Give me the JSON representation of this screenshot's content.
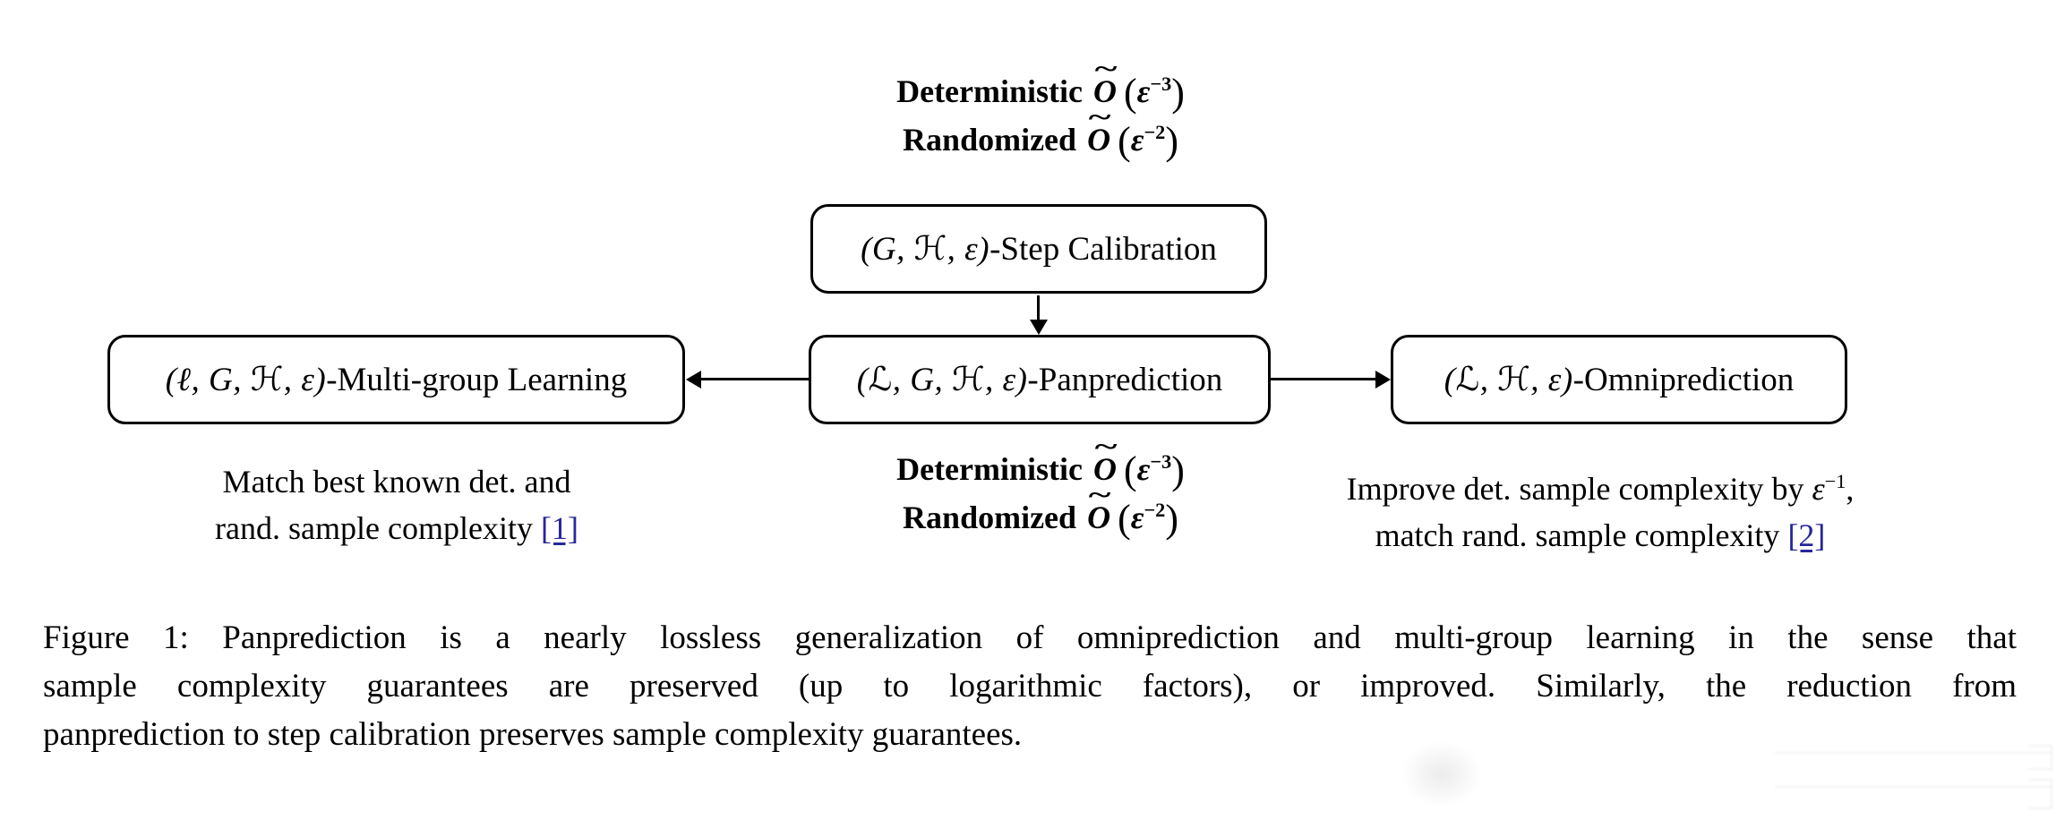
{
  "figure": {
    "math_glyphs": {
      "tilde": "~",
      "lparen": "(",
      "rparen": ")"
    },
    "costs": {
      "deterministic": {
        "label": "Deterministic",
        "o": "O",
        "eps": "ε",
        "exp": "−3"
      },
      "randomized": {
        "label": "Randomized",
        "o": "O",
        "eps": "ε",
        "exp": "−2"
      }
    },
    "boxes": {
      "step_calibration": {
        "params": "(G, ℋ, ε)",
        "name": "-Step Calibration"
      },
      "panprediction": {
        "params": "(ℒ, G, ℋ, ε)",
        "name": "-Panprediction"
      },
      "multigroup_learning": {
        "params": "(ℓ, G, ℋ, ε)",
        "name": "-Multi-group Learning"
      },
      "omniprediction": {
        "params": "(ℒ, ℋ, ε)",
        "name": "-Omniprediction"
      }
    },
    "left_note": {
      "line1": "Match best known det. and",
      "line2_prefix": "rand. sample complexity ",
      "citation": "[1]"
    },
    "right_note": {
      "line1_prefix": "Improve det. sample complexity by ",
      "eps": "ε",
      "exp": "−1",
      "line1_suffix": ",",
      "line2_prefix": "match rand. sample complexity ",
      "citation": "[2]"
    }
  },
  "caption": {
    "lines": [
      "Figure 1: Panprediction is a nearly lossless generalization of omniprediction and multi-group learning in the sense that",
      "sample complexity guarantees are preserved (up to logarithmic factors), or improved. Similarly, the reduction from",
      "panprediction to step calibration preserves sample complexity guarantees."
    ]
  },
  "colors": {
    "text": "#000000",
    "background": "#ffffff",
    "citation": "#27279b"
  }
}
